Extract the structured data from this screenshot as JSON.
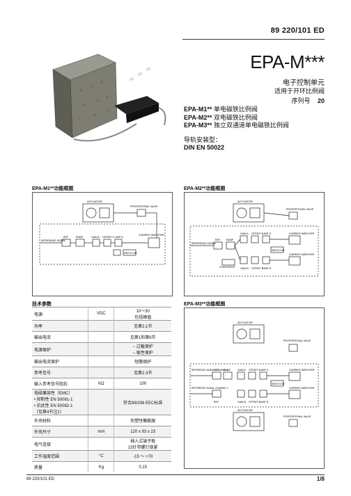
{
  "header": {
    "doc_number": "89 220/101 ED"
  },
  "title": {
    "model": "EPA-M***",
    "line1": "电子控制单元",
    "line2": "适用于开环比例阀",
    "line3_label": "序列号",
    "line3_value": "20"
  },
  "models": [
    {
      "code": "EPA-M1**",
      "desc": "单电磁铁比例阀"
    },
    {
      "code": "EPA-M2**",
      "desc": "双电磁铁比例阀"
    },
    {
      "code": "EPA-M3**",
      "desc": "独立双通道单电磁铁比例阀"
    }
  ],
  "mounting": {
    "line1": "导轨安装型：",
    "line2": "DIN EN 50022"
  },
  "sections": {
    "m1_title": "EPA-M1**功能框图",
    "m2_title": "EPA-M2**功能框图",
    "m3_title": "EPA-M3**功能框图",
    "tech_title": "技术参数"
  },
  "diagram_labels": {
    "actuator": "ACTUATOR",
    "valve": "PROPORTIONAL VALVE",
    "ref_signal": "REFERENCE SIGNAL",
    "ref": "REF",
    "ramp": "RAMP",
    "gain_a": "GAIN A",
    "gain_b": "GAIN B",
    "offset_a": "OFFSET A",
    "offset_b": "OFFSET B",
    "limit_a": "LIMIT A",
    "limit_b": "LIMIT B",
    "current_amp": "CURRENT AMPLIFIER",
    "switch_on": "SWITCH ON",
    "comparator": "COMPARATOR",
    "ref_ch1": "REFERENCE SIGNAL CHANNEL 1",
    "ref_ch2": "REFERENCE SIGNAL CHANNEL 2"
  },
  "specs": [
    {
      "name": "电源",
      "unit": "VDC",
      "value": "10～30\n包括峰值"
    },
    {
      "name": "功率",
      "unit": "",
      "value": "见第2.1节"
    },
    {
      "name": "输出电流",
      "unit": "",
      "value": "见第1和第6节"
    },
    {
      "name": "电源保护",
      "unit": "",
      "value": "– 过载保护\n– 极性保护"
    },
    {
      "name": "输出电流保护",
      "unit": "",
      "value": "短路保护"
    },
    {
      "name": "参考信号",
      "unit": "",
      "value": "见第2.3节"
    },
    {
      "name": "输入参考信号阻抗",
      "unit": "KΩ",
      "value": "100"
    },
    {
      "name": "电磁兼容性（EMC）\n• 抑制性 EN 50081-1\n• 抗扰性 EN 50082-1\n（见第4节注1）",
      "unit": "",
      "value": "符合89/336 EEC标准"
    },
    {
      "name": "外壳材料",
      "unit": "",
      "value": "热塑性聚酰胺"
    },
    {
      "name": "外壳尺寸",
      "unit": "mm",
      "value": "120 x 93 x 23"
    },
    {
      "name": "电气连接",
      "unit": "",
      "value": "插入式端子板\n15针带螺钉锁紧"
    },
    {
      "name": "工作温度范围",
      "unit": "°C",
      "value": "-15 ～ +70"
    },
    {
      "name": "质量",
      "unit": "Kg",
      "value": "0,15"
    }
  ],
  "footer": {
    "left": "89 220/101 ED",
    "page": "1/8"
  }
}
